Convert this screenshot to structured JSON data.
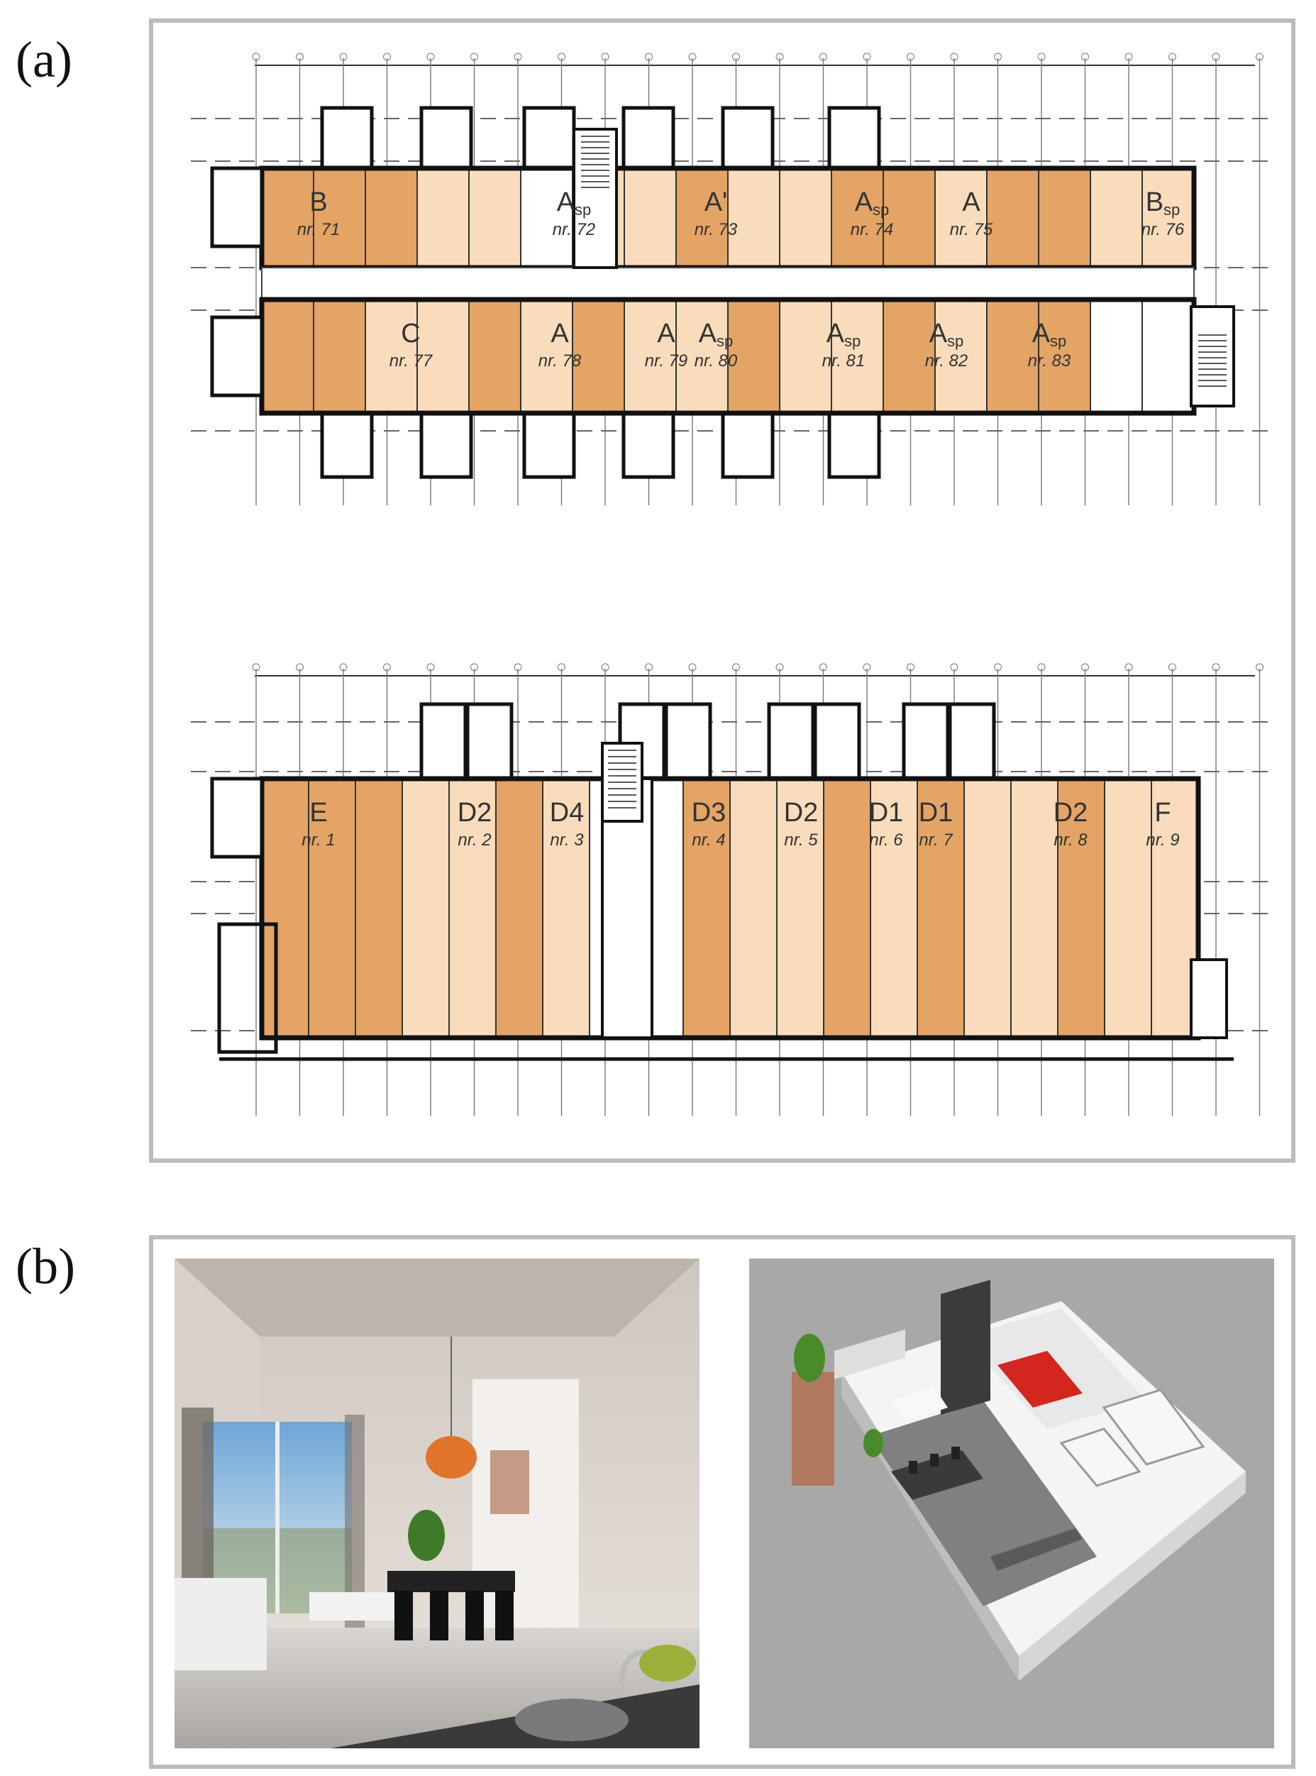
{
  "labels": {
    "panel_a": "(a)",
    "panel_b": "(b)"
  },
  "colors": {
    "unit_dark": "#e3a466",
    "unit_light": "#f9dcbb",
    "wall": "#111111",
    "frame": "#bcbcbc"
  },
  "plan_top": {
    "north_units": [
      {
        "type": "B",
        "nr": "nr. 71"
      },
      {
        "type": "A",
        "sub": "sp",
        "nr": "nr. 72"
      },
      {
        "type": "A'",
        "nr": "nr. 73"
      },
      {
        "type": "A",
        "sub": "sp",
        "nr": "nr. 74"
      },
      {
        "type": "A",
        "nr": "nr. 75"
      },
      {
        "type": "B",
        "sub": "sp",
        "nr": "nr. 76"
      }
    ],
    "south_units": [
      {
        "type": "C",
        "nr": "nr. 77"
      },
      {
        "type": "A",
        "nr": "nr. 78"
      },
      {
        "type": "A",
        "nr": "nr. 79"
      },
      {
        "type": "A",
        "sub": "sp",
        "nr": "nr. 80"
      },
      {
        "type": "A",
        "sub": "sp",
        "nr": "nr. 81"
      },
      {
        "type": "A",
        "sub": "sp",
        "nr": "nr. 82"
      },
      {
        "type": "A",
        "sub": "sp",
        "nr": "nr. 83"
      }
    ]
  },
  "plan_bottom": {
    "units": [
      {
        "type": "E",
        "nr": "nr. 1"
      },
      {
        "type": "D2",
        "nr": "nr. 2"
      },
      {
        "type": "D4",
        "nr": "nr. 3"
      },
      {
        "type": "D3",
        "nr": "nr. 4"
      },
      {
        "type": "D2",
        "nr": "nr. 5"
      },
      {
        "type": "D1",
        "nr": "nr. 6"
      },
      {
        "type": "D1",
        "nr": "nr. 7"
      },
      {
        "type": "D2",
        "nr": "nr. 8"
      },
      {
        "type": "F",
        "nr": "nr. 9"
      }
    ]
  }
}
